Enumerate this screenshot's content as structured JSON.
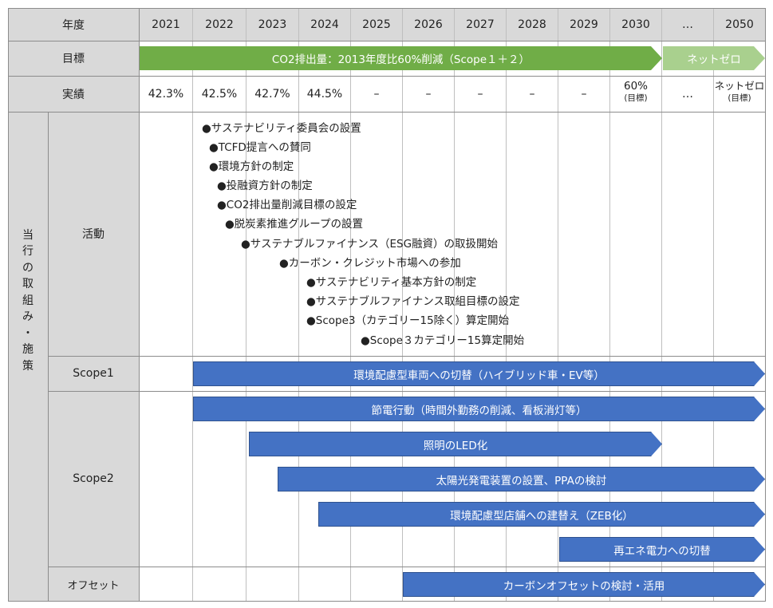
{
  "header": {
    "label": "年度",
    "years": [
      "2021",
      "2022",
      "2023",
      "2024",
      "2025",
      "2026",
      "2027",
      "2028",
      "2029",
      "2030",
      "…",
      "2050"
    ]
  },
  "rows": {
    "target_label": "目標",
    "actual_label": "実績",
    "section_label_chars": [
      "当",
      "行",
      "の",
      "取",
      "組",
      "み",
      "・",
      "施",
      "策"
    ],
    "activities_label": "活動",
    "scope1_label": "Scope1",
    "scope2_label": "Scope2",
    "offset_label": "オフセット"
  },
  "target": {
    "main": "CO2排出量：2013年度比60%削減（Scope１＋２）",
    "netzero": "ネットゼロ"
  },
  "actual": {
    "values": [
      "42.3%",
      "42.5%",
      "42.7%",
      "44.5%",
      "–",
      "–",
      "–",
      "–",
      "–"
    ],
    "y2030_main": "60%",
    "y2030_sub": "(目標)",
    "ellipsis": "…",
    "y2050_main": "ネットゼロ",
    "y2050_sub": "(目標)"
  },
  "activities": [
    "●サステナビリティ委員会の設置",
    "●TCFD提言への賛同",
    "●環境方針の制定",
    "●投融資方針の制定",
    "●CO2排出量削減目標の設定",
    "●脱炭素推進グループの設置",
    "●サステナブルファイナンス（ESG融資）の取扱開始",
    "●カーボン・クレジット市場への参加",
    "●サステナビリティ基本方針の制定",
    "●サステナブルファイナンス取組目標の設定",
    "●Scope3（カテゴリー15除く）算定開始",
    "●Scope３カテゴリー15算定開始"
  ],
  "scope1": [
    "環境配慮型車両への切替（ハイブリッド車・EV等）"
  ],
  "scope2": [
    "節電行動（時間外勤務の削減、看板消灯等）",
    "照明のLED化",
    "太陽光発電装置の設置、PPAの検討",
    "環境配慮型店舗への建替え（ZEB化）",
    "再エネ電力への切替"
  ],
  "offset": [
    "カーボンオフセットの検討・活用"
  ],
  "colors": {
    "header_bg": "#d9d9d9",
    "target_arrow": "#70ad47",
    "netzero_arrow": "#a9d08e",
    "bar_blue": "#4472c4"
  }
}
